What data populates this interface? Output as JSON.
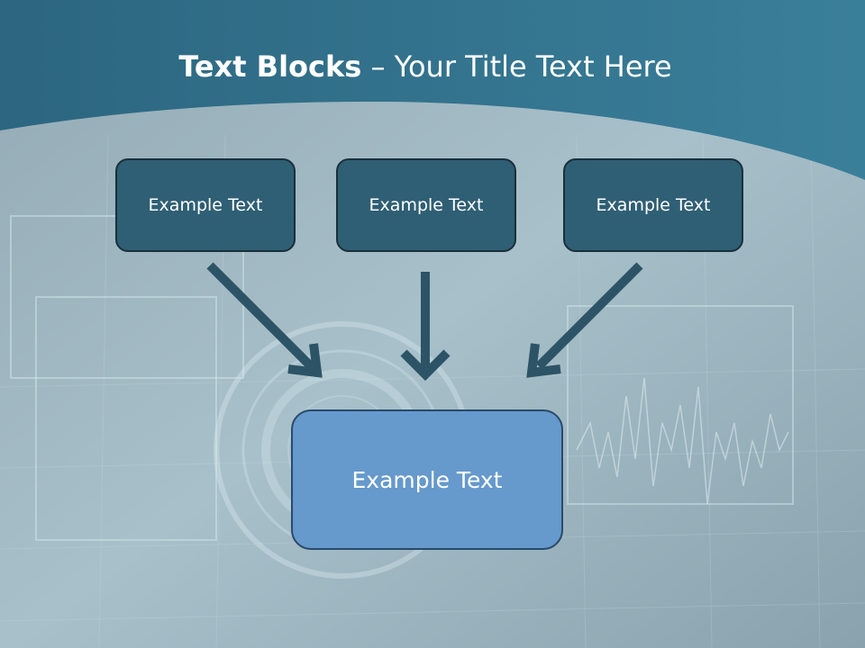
{
  "title": {
    "bold": "Text Blocks",
    "dash": "–",
    "rest": "Your Title Text Here"
  },
  "boxes": {
    "top_left": "Example Text",
    "top_center": "Example Text",
    "top_right": "Example Text",
    "bottom": "Example Text"
  },
  "colors": {
    "header_band": "#2f6a82",
    "small_box_fill": "#2f5f74",
    "big_box_fill": "#6699cc",
    "arrow": "#2c5466"
  }
}
